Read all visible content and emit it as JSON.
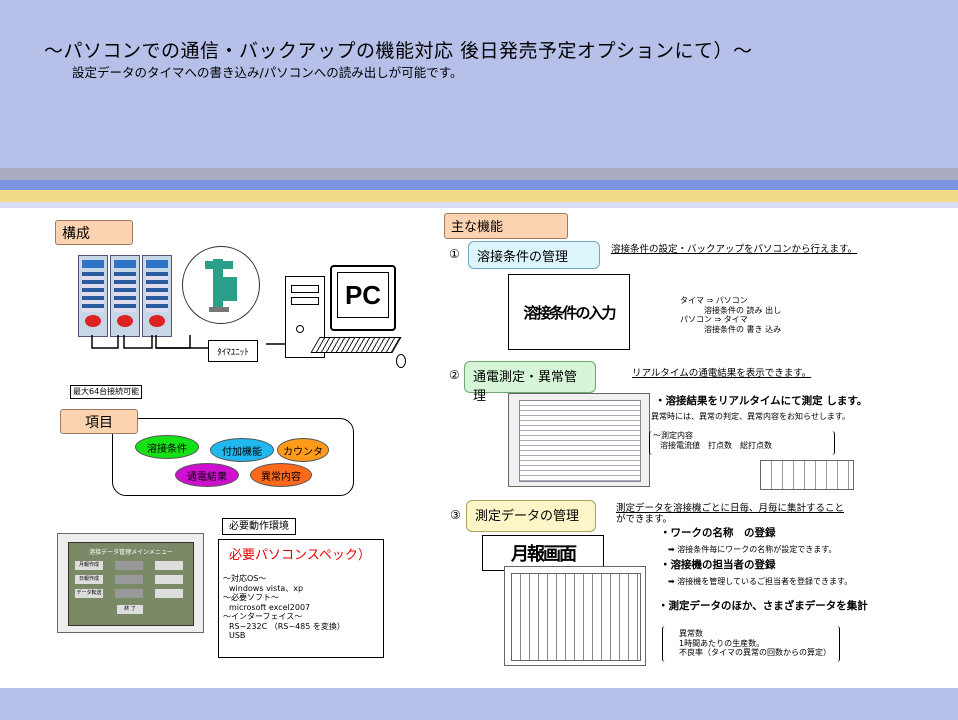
{
  "header": {
    "title": "〜パソコンでの通信・バックアップの機能対応 後日発売予定オプションにて）〜",
    "subtitle": "設定データのタイマへの書き込み/パソコンへの読み出しが可能です。"
  },
  "left": {
    "config_label": "構成",
    "timer_box_label": "ﾀｲﾏﾕﾆｯﾄ",
    "pc_label": "PC",
    "max_note": "最大64台接続可能",
    "items_label": "項目",
    "items": [
      {
        "text": "溶接条件",
        "color": "#16e016"
      },
      {
        "text": "付加機能",
        "color": "#20b8ee"
      },
      {
        "text": "カウンタ",
        "color": "#ff9a1a"
      },
      {
        "text": "通電結果",
        "color": "#d010d0"
      },
      {
        "text": "異常内容",
        "color": "#ff6a1a"
      }
    ],
    "env_label": "必要動作環境",
    "spec_title": "必要パソコンスペック）",
    "spec_lines": [
      "〜対応OS〜",
      "windows vista、xp",
      "〜必要ソフト〜",
      "microsoft excel2007",
      "〜インターフェイス〜",
      "RS−232C （RS−485 を変換）",
      "USB"
    ],
    "menu_title": "溶接データ管理メインメニュー",
    "menu_buttons": [
      "月報作成",
      "日報作成",
      "データ転送",
      "",
      "",
      "",
      "",
      "",
      "",
      "",
      "終 了"
    ]
  },
  "right": {
    "main_label": "主な機能",
    "f1": {
      "num": "①",
      "label": "溶接条件の管理",
      "desc": "溶接条件の設定・バックアップをパソコンから行えます。",
      "img_text": "溶接条件の入力",
      "flow": [
        "タイマ ⇒ パソコン",
        "溶接条件の 読み 出し",
        "パソコン ⇒ タイマ",
        "溶接条件の 書き 込み"
      ]
    },
    "f2": {
      "num": "②",
      "label": "通電測定・異常管理",
      "desc": "リアルタイムの通電結果を表示できます。",
      "bold": "・溶接結果をリアルタイムにて測定 します。",
      "note": "異常時には、異常の判定、異常内容をお知らせします。",
      "bracket": [
        "〜測定内容",
        "溶接電流値　打点数　総打点数"
      ]
    },
    "f3": {
      "num": "③",
      "label": "測定データの管理",
      "desc1": "測定データを溶接機ごとに日毎、月毎に集計すること",
      "desc2": "ができます。",
      "img_text": "月報画面",
      "b1": "・ワークの名称　の登録",
      "b1n": "➡ 溶接条件毎にワークの名称が設定できます。",
      "b2": "・溶接機の担当者の登録",
      "b2n": "➡ 溶接機を管理しているご担当者を登録できます。",
      "b3": "・測定データのほか、さまざまデータを集計",
      "bracket": [
        "異常数",
        "1時間あたりの生産数。",
        "不良率（タイマの異常の回数からの算定）"
      ]
    }
  }
}
